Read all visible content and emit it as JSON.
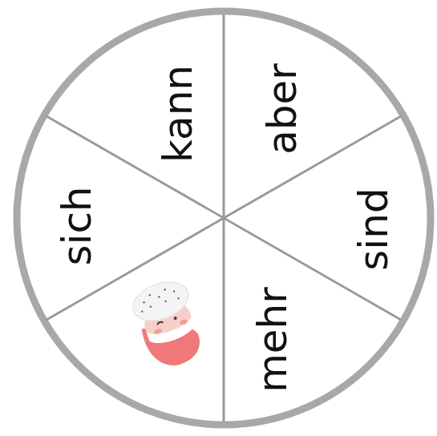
{
  "diagram": {
    "labels": [
      "kann",
      "aber",
      "sich",
      "sind",
      "mehr"
    ]
  }
}
